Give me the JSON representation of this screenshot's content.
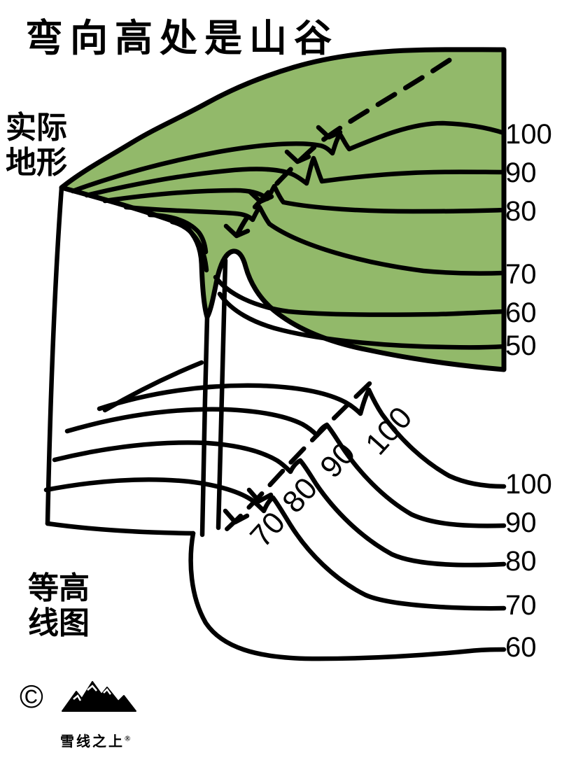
{
  "title": "弯向高处是山谷",
  "side_labels": {
    "actual_terrain": "实际地形",
    "contour_map": "等高线图"
  },
  "block_elevations": [
    "100",
    "90",
    "80",
    "70",
    "60",
    "50"
  ],
  "map_edge_elevations": [
    "100",
    "90",
    "80",
    "70",
    "60"
  ],
  "map_inline_elevations": [
    "100",
    "90",
    "80",
    "70"
  ],
  "footer": {
    "copyright_symbol": "©",
    "brand_name": "雪线之上",
    "registered_mark": "®"
  },
  "colors": {
    "terrain_fill": "#92b96a",
    "ink": "#000000",
    "background": "#ffffff"
  }
}
